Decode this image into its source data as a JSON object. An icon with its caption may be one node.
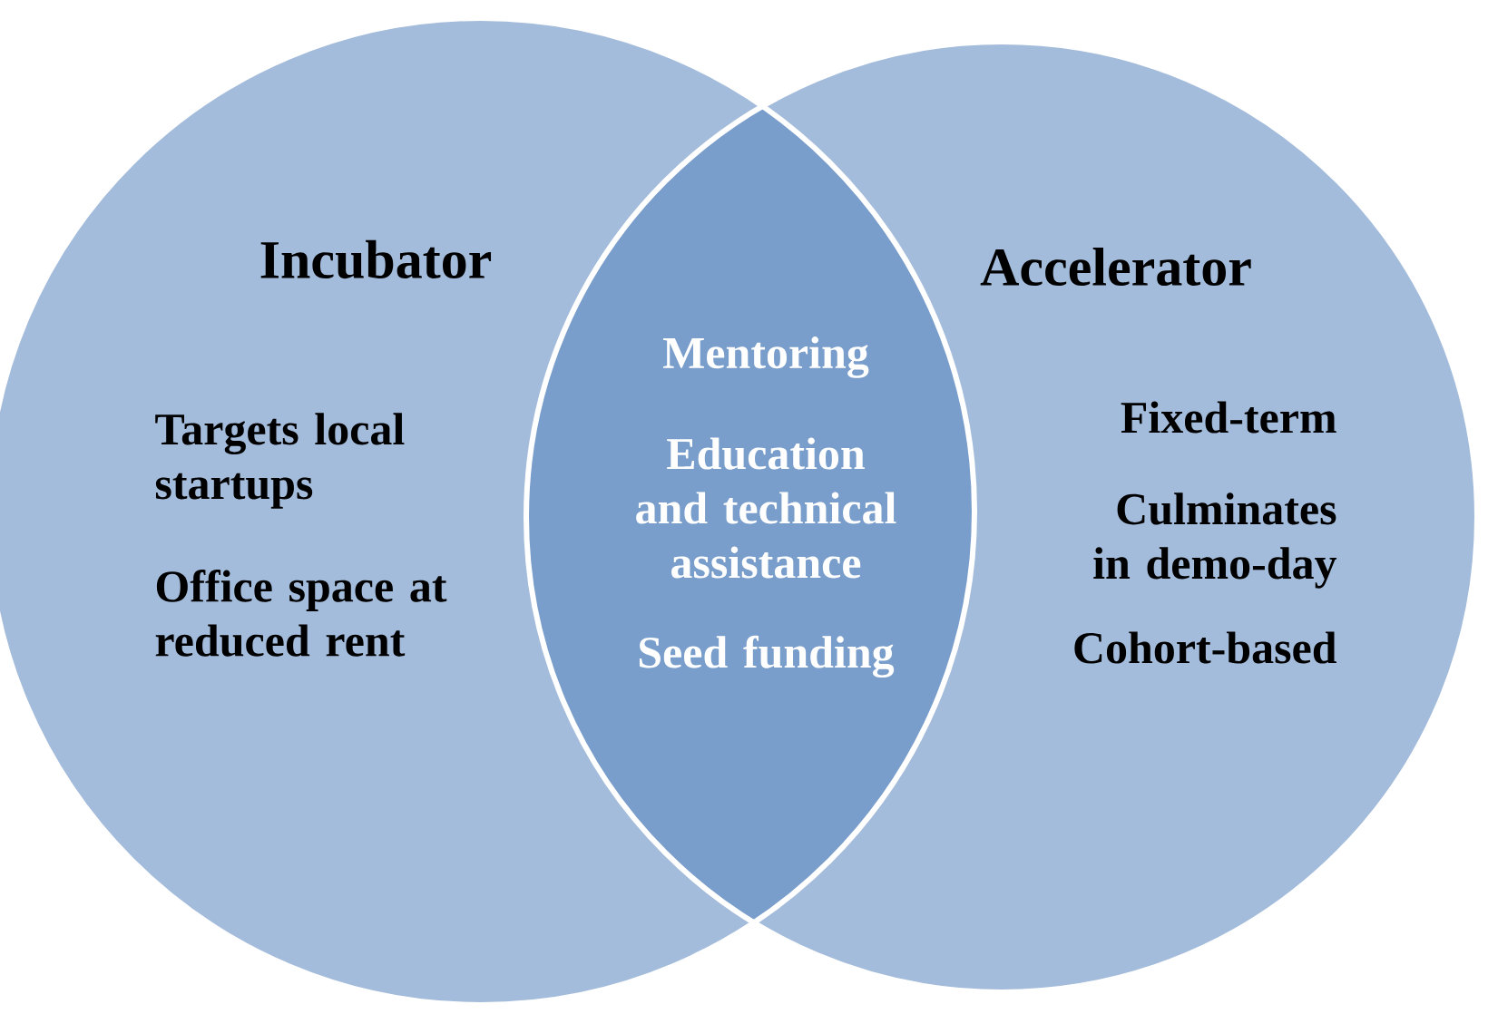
{
  "diagram": {
    "nodes": [
      {
        "text": [
          "Incubator",
          "Targets local startups",
          "Office space at reduced rent"
        ]
      },
      {
        "text": [
          "Accelerator",
          "Fixed-term",
          "Culminates in demo-day",
          "Cohort-based"
        ]
      },
      {
        "text": [
          "Mentoring",
          "Education and technical assistance",
          "Seed funding"
        ]
      }
    ]
  }
}
